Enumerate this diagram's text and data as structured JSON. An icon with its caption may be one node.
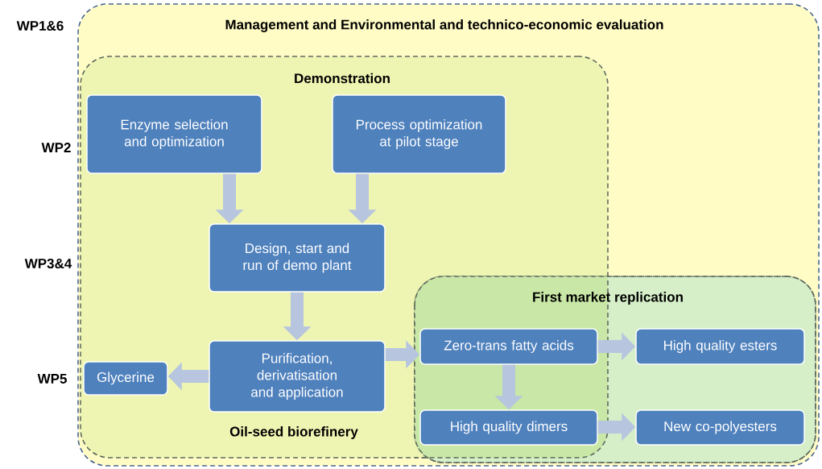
{
  "diagram": {
    "nodes": [
      {
        "text": [
          "Management and Environmental and technico-economic evaluation"
        ]
      },
      {
        "text": [
          "Demonstration",
          "Oil-seed biorefinery"
        ],
        "in": 0
      },
      {
        "text": [
          "Enzyme selection and optimization"
        ],
        "in": 1
      },
      {
        "text": [
          "Process optimization at pilot stage"
        ],
        "in": 1
      },
      {
        "text": [
          "Design, start and run of demo plant"
        ],
        "in": 1
      },
      {
        "text": [
          "Purification, derivatisation and application"
        ],
        "in": 1
      },
      {
        "text": [
          "Glycerine"
        ],
        "in": 1
      },
      {
        "text": [
          "First market replication"
        ],
        "in": 0
      },
      {
        "text": [
          "Zero-trans fatty acids"
        ]
      },
      {
        "text": [
          "High quality esters"
        ],
        "in": 7
      },
      {
        "text": [
          "High quality dimers"
        ]
      },
      {
        "text": [
          "New co-polyesters"
        ],
        "in": 7
      }
    ],
    "edges": [
      {
        "from": 2,
        "to": 4,
        "arrow": "to"
      },
      {
        "from": 3,
        "to": 4,
        "arrow": "to"
      },
      {
        "from": 4,
        "to": 5,
        "arrow": "to"
      },
      {
        "from": 5,
        "to": 6,
        "arrow": "to"
      },
      {
        "from": 5,
        "to": 8,
        "arrow": "to"
      },
      {
        "from": 8,
        "to": 9,
        "arrow": "to"
      },
      {
        "from": 8,
        "to": 10,
        "arrow": "to"
      },
      {
        "from": 10,
        "to": 11,
        "arrow": "to"
      }
    ],
    "labels": [
      "WP1&6",
      "WP2",
      "WP3&4",
      "WP5"
    ]
  }
}
